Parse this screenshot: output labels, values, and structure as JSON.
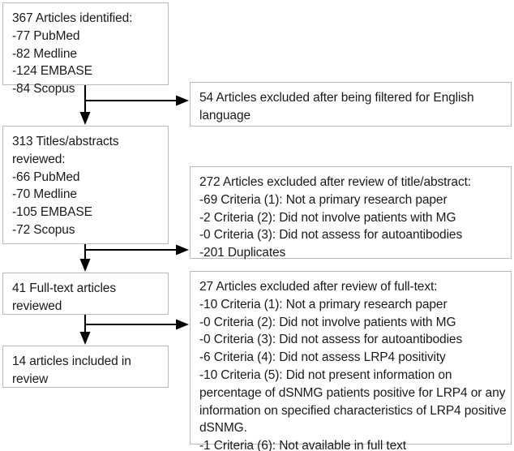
{
  "diagram": {
    "type": "prisma-flow-diagram",
    "boxes": {
      "identified": "367 Articles identified:\n-77 PubMed\n-82 Medline\n-124 EMBASE\n-84 Scopus",
      "titles_reviewed": "313 Titles/abstracts reviewed:\n-66 PubMed\n-70 Medline\n-105 EMBASE\n-72 Scopus",
      "fulltext_reviewed": "41 Full-text articles reviewed",
      "included": "14 articles included in review",
      "excluded_language": "54 Articles excluded after being filtered for English language",
      "excluded_abstract": "272 Articles excluded after review of title/abstract:\n-69 Criteria (1): Not a primary research paper\n-2 Criteria (2): Did not involve patients with MG\n-0 Criteria (3): Did not assess for autoantibodies\n-201 Duplicates",
      "excluded_fulltext": "27 Articles excluded after review of full-text:\n-10 Criteria (1): Not a primary research paper\n-0 Criteria (2): Did not involve patients with MG\n-0 Criteria (3): Did not assess for autoantibodies\n-6 Criteria (4): Did not assess LRP4 positivity\n-10 Criteria (5): Did not present information on percentage of dSNMG patients positive for LRP4 or any information on specified characteristics of LRP4 positive dSNMG.\n-1 Criteria (6): Not available in full text"
    },
    "counts": {
      "identified_total": 367,
      "identified_pubmed": 77,
      "identified_medline": 82,
      "identified_embase": 124,
      "identified_scopus": 84,
      "titles_total": 313,
      "titles_pubmed": 66,
      "titles_medline": 70,
      "titles_embase": 105,
      "titles_scopus": 72,
      "fulltext_total": 41,
      "included_total": 14,
      "excluded_language_total": 54,
      "excluded_abstract_total": 272,
      "excluded_abstract_c1": 69,
      "excluded_abstract_c2": 2,
      "excluded_abstract_c3": 0,
      "excluded_abstract_duplicates": 201,
      "excluded_fulltext_total": 27,
      "excluded_fulltext_c1": 10,
      "excluded_fulltext_c2": 0,
      "excluded_fulltext_c3": 0,
      "excluded_fulltext_c4": 6,
      "excluded_fulltext_c5": 10,
      "excluded_fulltext_c6": 1
    },
    "colors": {
      "box_border": "#b9b9b9",
      "box_background": "#ffffff",
      "text": "#1a1a1a",
      "connector": "#000000",
      "page_background": "#ffffff"
    }
  }
}
